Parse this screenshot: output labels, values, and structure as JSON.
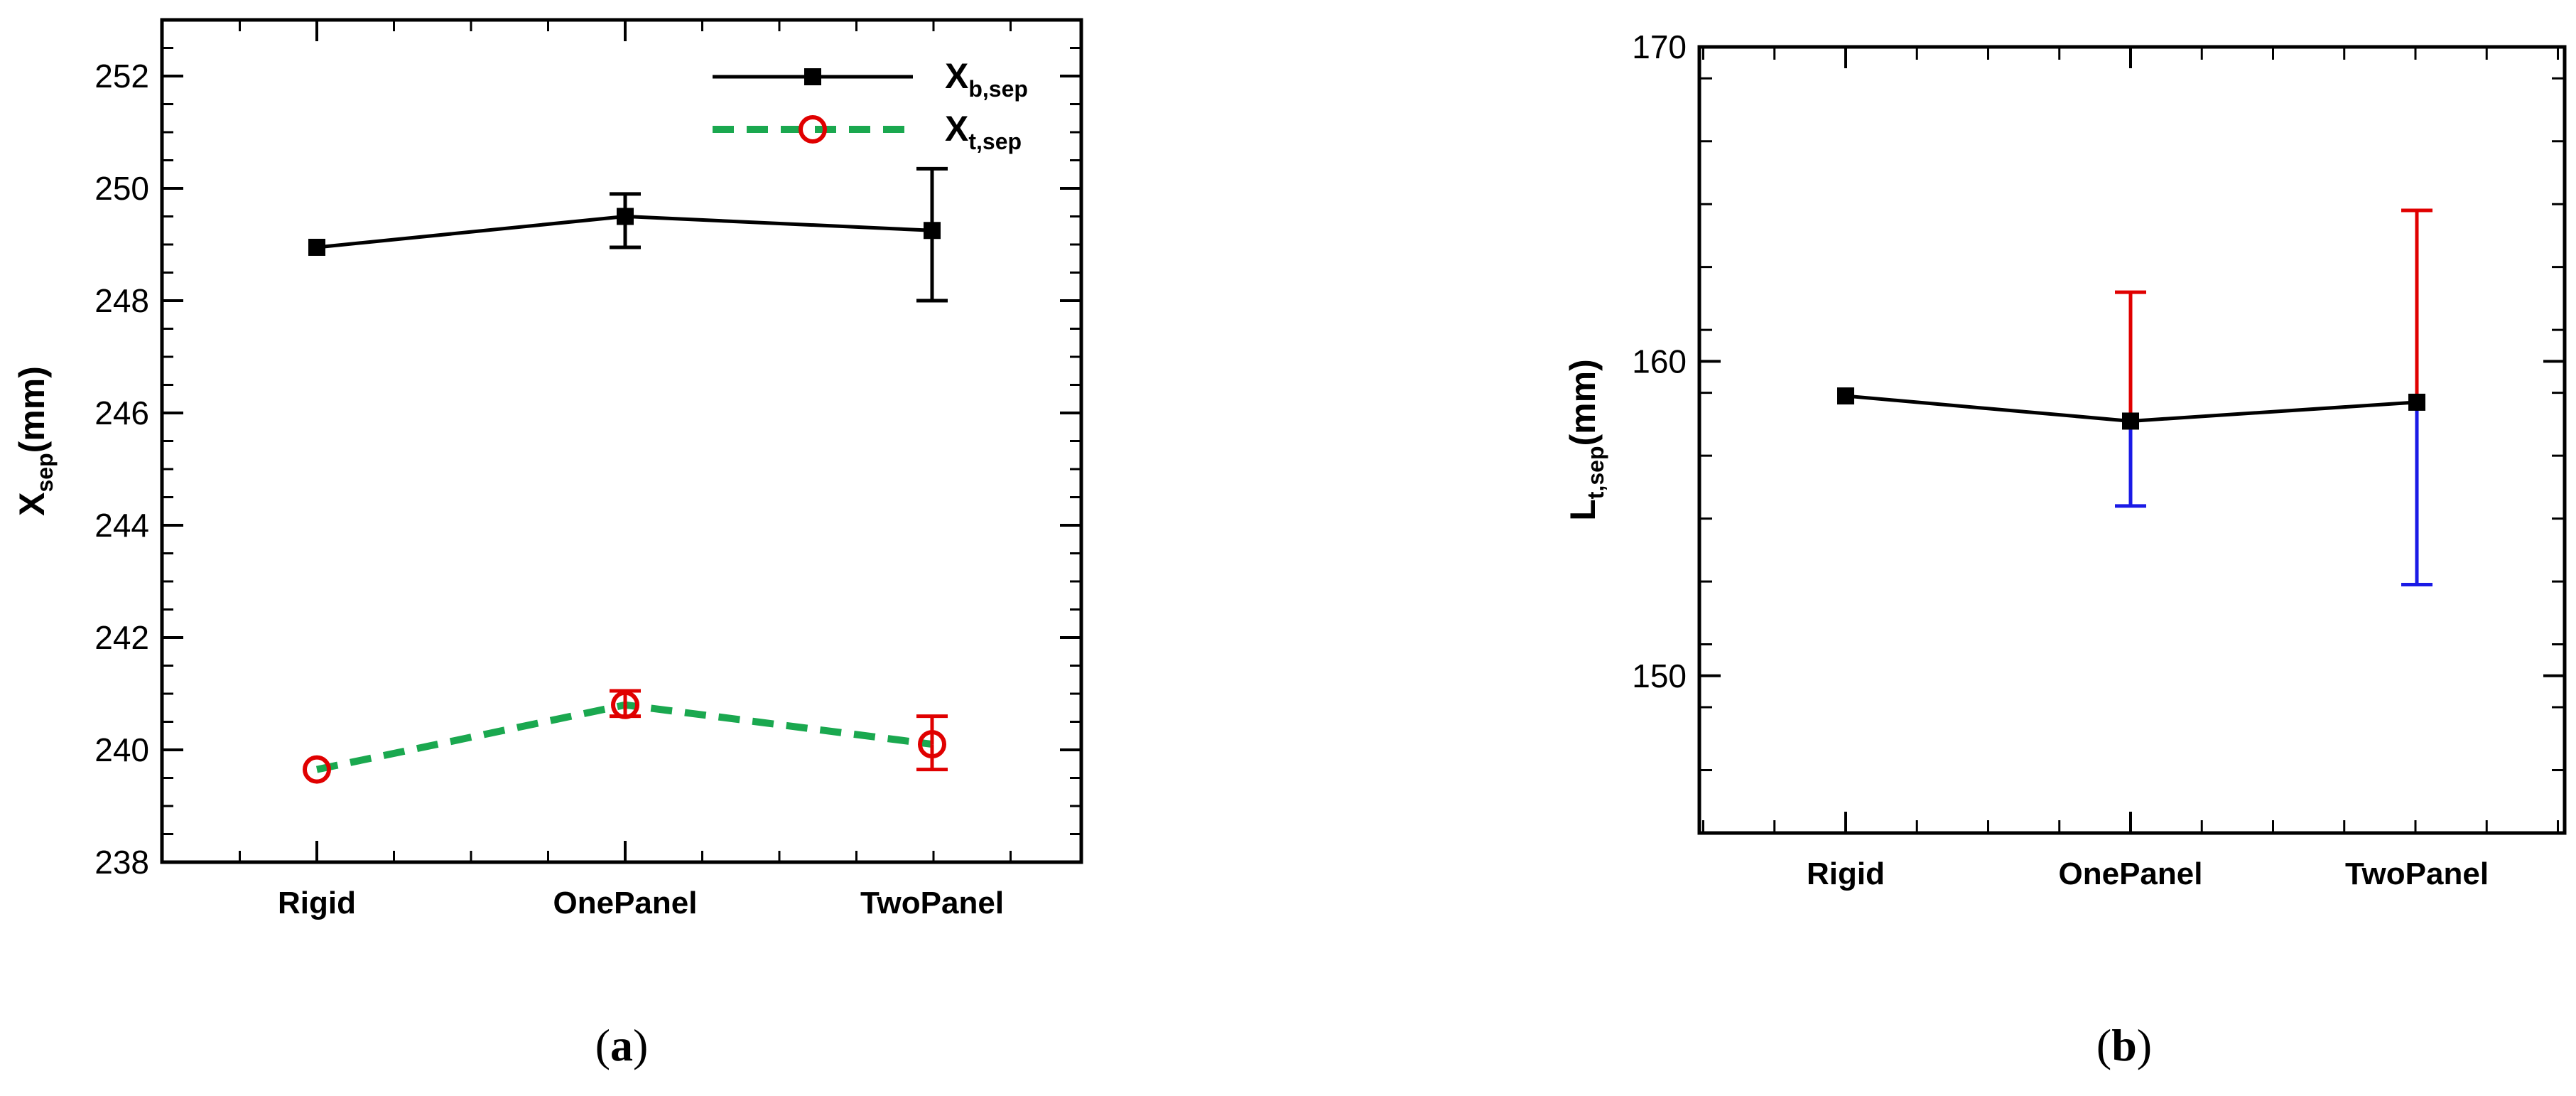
{
  "chart_data": [
    {
      "type": "line",
      "caption": {
        "open": "(",
        "letter": "a",
        "close": ")"
      },
      "categories": [
        "Rigid",
        "OnePanel",
        "TwoPanel"
      ],
      "ylabel": {
        "main": "X",
        "sub": "sep",
        "unit": "(mm)"
      },
      "ylim": [
        238,
        253
      ],
      "yticks": [
        238,
        240,
        242,
        244,
        246,
        248,
        250,
        252
      ],
      "series": [
        {
          "name": {
            "main": "X",
            "sub": "b,sep"
          },
          "values": [
            248.95,
            249.5,
            249.25
          ],
          "err_low": [
            248.95,
            248.95,
            248.0
          ],
          "err_high": [
            248.95,
            249.9,
            250.35
          ],
          "color": "#000000",
          "marker": "square",
          "linestyle": "solid"
        },
        {
          "name": {
            "main": "X",
            "sub": "t,sep"
          },
          "values": [
            239.65,
            240.8,
            240.1
          ],
          "err_low": [
            239.65,
            240.6,
            239.65
          ],
          "err_high": [
            239.65,
            241.05,
            240.6
          ],
          "color": "#1aa84f",
          "marker_color": "#e00000",
          "marker": "circle",
          "linestyle": "dashed"
        }
      ],
      "legend": "top-right",
      "grid": false
    },
    {
      "type": "line",
      "caption": {
        "open": "(",
        "letter": "b",
        "close": ")"
      },
      "categories": [
        "Rigid",
        "OnePanel",
        "TwoPanel"
      ],
      "ylabel": {
        "main": "L",
        "sub": "t,sep",
        "unit": "(mm)"
      },
      "ylim": [
        145,
        170
      ],
      "yticks": [
        150,
        160,
        170
      ],
      "series": [
        {
          "values": [
            158.9,
            158.1,
            158.7
          ],
          "err_low": [
            158.9,
            155.4,
            152.9
          ],
          "err_high": [
            158.9,
            162.2,
            164.8
          ],
          "color": "#000000",
          "marker": "square",
          "err_low_color": "#1a1ae6",
          "err_high_color": "#e00000"
        }
      ],
      "grid": false
    }
  ]
}
